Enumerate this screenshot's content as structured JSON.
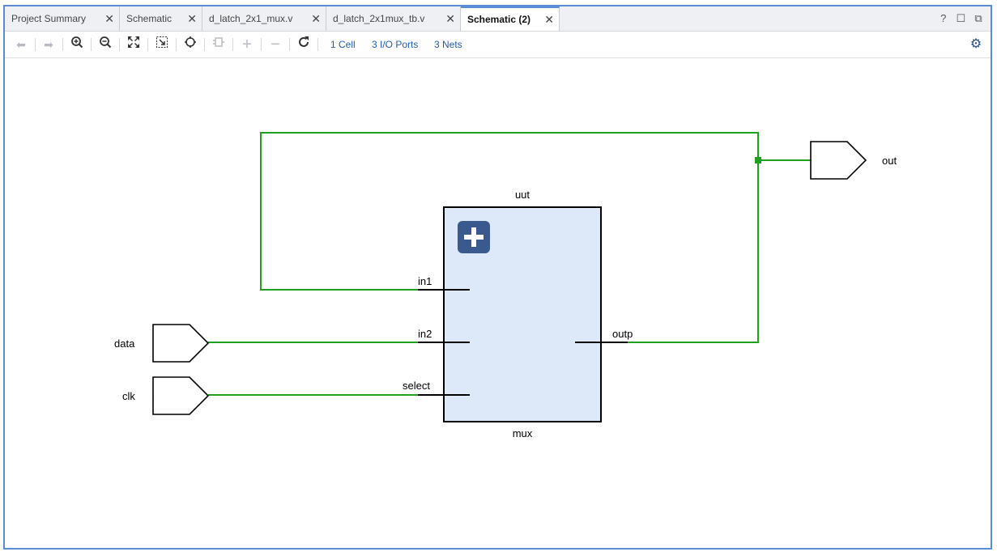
{
  "tabs": [
    {
      "label": "Project Summary",
      "active": false
    },
    {
      "label": "Schematic",
      "active": false
    },
    {
      "label": "d_latch_2x1_mux.v",
      "active": false
    },
    {
      "label": "d_latch_2x1mux_tb.v",
      "active": false
    },
    {
      "label": "Schematic (2)",
      "active": true
    }
  ],
  "window_icons": {
    "help": "?",
    "maximize": "☐",
    "float": "⧉"
  },
  "toolbar": {
    "cells_link": "1 Cell",
    "ports_link": "3 I/O Ports",
    "nets_link": "3 Nets"
  },
  "schematic": {
    "instance_name": "uut",
    "cell_type": "mux",
    "pins": {
      "in1": "in1",
      "in2": "in2",
      "select": "select",
      "outp": "outp"
    },
    "ports": {
      "data": "data",
      "clk": "clk",
      "out": "out"
    },
    "wire_color": "#1fa01f",
    "cell_fill": "#dde9f8",
    "expand_button_color": "#3a5a8f"
  }
}
